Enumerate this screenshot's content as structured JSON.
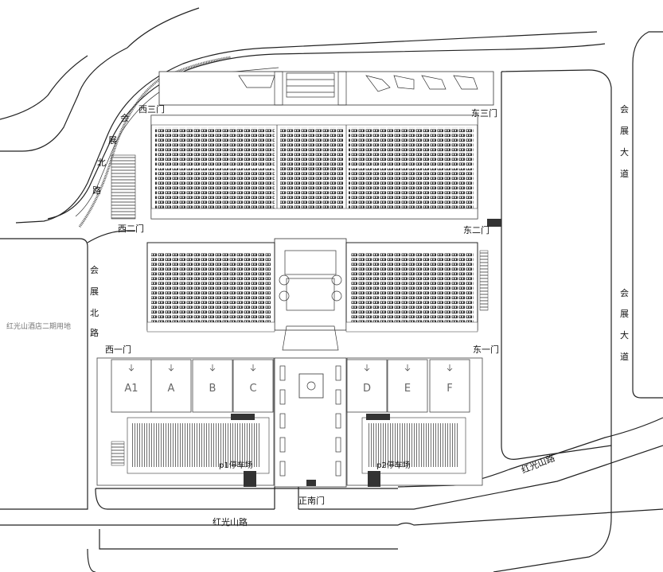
{
  "gates": {
    "west_three": "西三门",
    "east_three": "东三门",
    "west_two": "西二门",
    "east_two": "东二门",
    "west_one": "西一门",
    "east_one": "东一门",
    "south_main": "正南门"
  },
  "roads": {
    "huizhan_north_top": [
      "会",
      "展",
      "北",
      "路"
    ],
    "huizhan_north_left": [
      "会",
      "展",
      "北",
      "路"
    ],
    "huizhan_avenue_top": [
      "会",
      "展",
      "大",
      "道"
    ],
    "huizhan_avenue_bottom": [
      "会",
      "展",
      "大",
      "道"
    ],
    "hongguangshan_bottom": "红光山路",
    "hongguangshan_right": "红光山路"
  },
  "land": {
    "hotel_phase2": "红光山酒店二期用地"
  },
  "zones": [
    "A1",
    "A",
    "B",
    "C",
    "D",
    "E",
    "F"
  ],
  "parking": {
    "p1": "p1停车场",
    "p2": "p2停车场"
  },
  "colors": {
    "line": "#222222",
    "booth": "#333333",
    "zone_letter": "#666666"
  }
}
